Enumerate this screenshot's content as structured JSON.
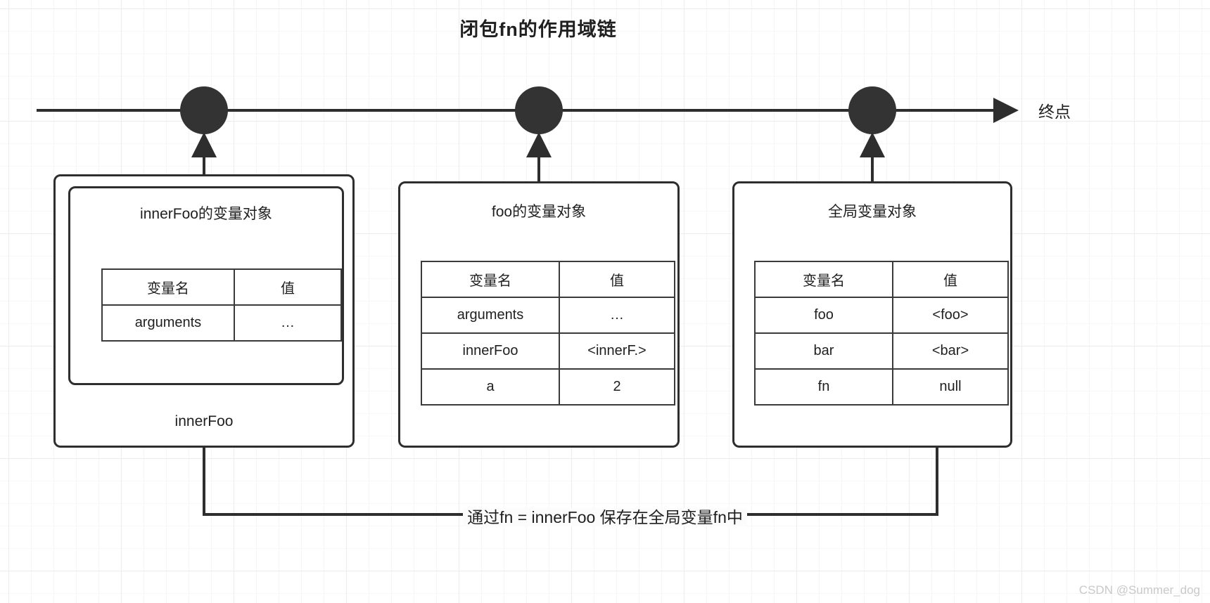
{
  "title": "闭包fn的作用域链",
  "timeline": {
    "end_label": "终点",
    "node_count": 3
  },
  "scopes": [
    {
      "inner_caption": "innerFoo的变量对象",
      "footer_label": "innerFoo",
      "table": {
        "headers": [
          "变量名",
          "值"
        ],
        "rows": [
          [
            "arguments",
            "…"
          ]
        ]
      }
    },
    {
      "inner_caption": "foo的变量对象",
      "footer_label": "",
      "table": {
        "headers": [
          "变量名",
          "值"
        ],
        "rows": [
          [
            "arguments",
            "…"
          ],
          [
            "innerFoo",
            "<innerF.>"
          ],
          [
            "a",
            "2"
          ]
        ]
      }
    },
    {
      "inner_caption": "全局变量对象",
      "footer_label": "",
      "table": {
        "headers": [
          "变量名",
          "值"
        ],
        "rows": [
          [
            "foo",
            "<foo>"
          ],
          [
            "bar",
            "<bar>"
          ],
          [
            "fn",
            "null"
          ]
        ]
      }
    }
  ],
  "bottom_caption": "通过fn = innerFoo 保存在全局变量fn中",
  "watermark": "CSDN @Summer_dog",
  "colors": {
    "ink": "#2e2e2e",
    "node": "#333333",
    "grid": "#ececec",
    "watermark": "#c9c9c9"
  }
}
